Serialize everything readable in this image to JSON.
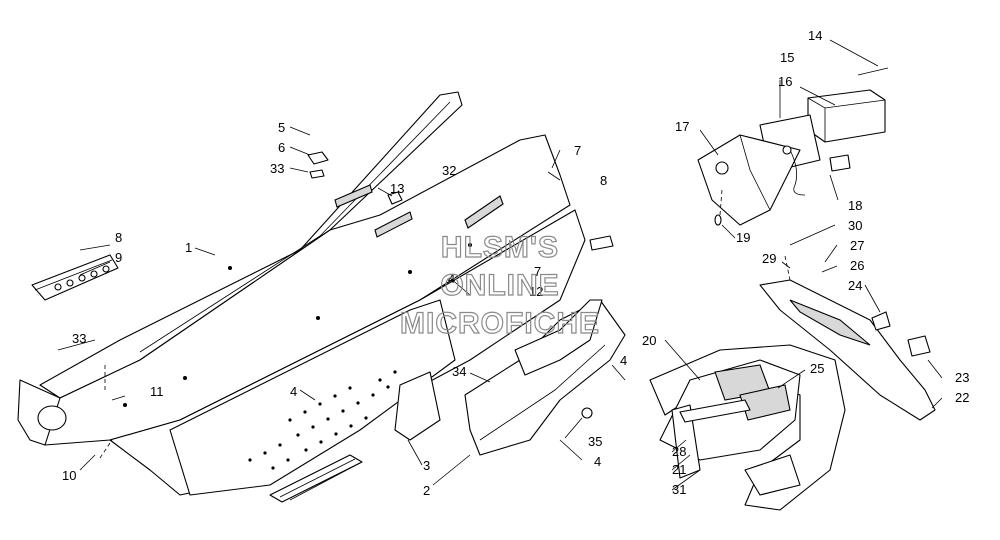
{
  "watermark": {
    "line1": "HLSM'S",
    "line2": "ONLINE",
    "line3": "MICROFICHE"
  },
  "callouts": {
    "c1": "1",
    "c2": "2",
    "c3": "3",
    "c4a": "4",
    "c4b": "4",
    "c4c": "4",
    "c4d": "4",
    "c5": "5",
    "c6": "6",
    "c7a": "7",
    "c7b": "7",
    "c8a": "8",
    "c8b": "8",
    "c9": "9",
    "c10": "10",
    "c11": "11",
    "c12": "12",
    "c13": "13",
    "c14": "14",
    "c15": "15",
    "c16": "16",
    "c17": "17",
    "c18": "18",
    "c19": "19",
    "c20": "20",
    "c21": "21",
    "c22": "22",
    "c23": "23",
    "c24": "24",
    "c25": "25",
    "c26": "26",
    "c27": "27",
    "c28": "28",
    "c29": "29",
    "c30": "30",
    "c31": "31",
    "c32": "32",
    "c33a": "33",
    "c33b": "33",
    "c34": "34",
    "c35": "35"
  }
}
